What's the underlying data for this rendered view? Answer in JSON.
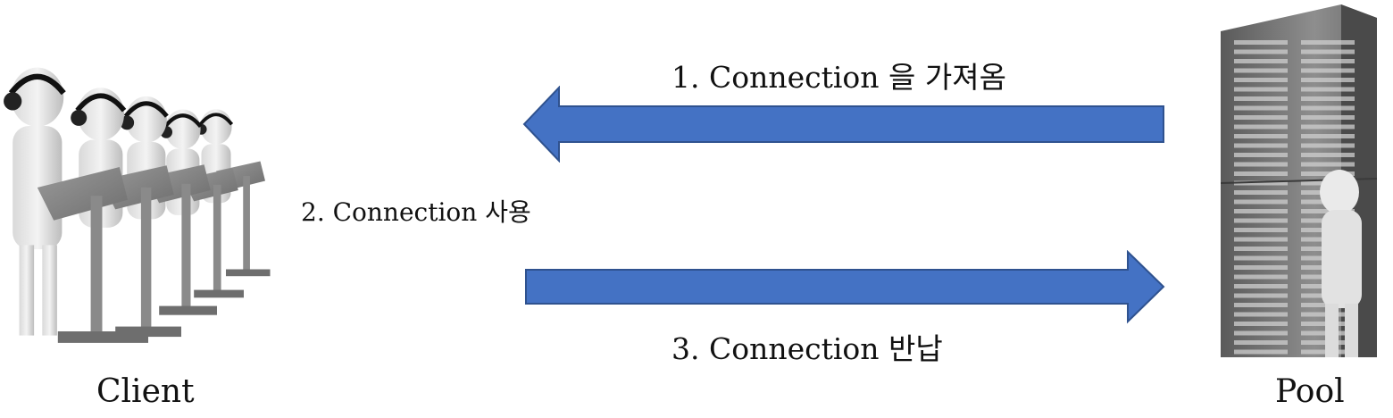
{
  "labels": {
    "step1": "1. Connection 을 가져옴",
    "step2": "2. Connection 사용",
    "step3": "3. Connection 반납"
  },
  "captions": {
    "left": "Client",
    "right": "Pool"
  },
  "colors": {
    "arrow_fill": "#4472C4",
    "arrow_stroke": "#2F528F"
  },
  "figures": {
    "left": "call-center-operators-illustration",
    "right": "server-rack-with-figure-illustration"
  }
}
